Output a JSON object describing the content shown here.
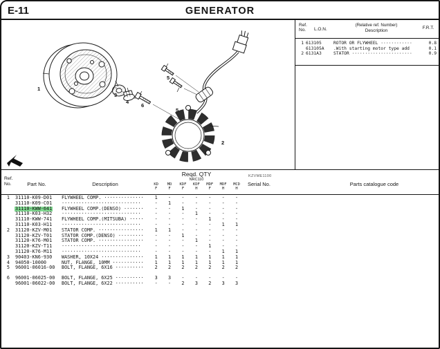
{
  "page": {
    "code": "E-11",
    "title": "GENERATOR"
  },
  "colors": {
    "highlight": "#7fd88f",
    "line": "#1a1a1a"
  },
  "ref_table": {
    "headers": {
      "ref": "Ref.",
      "no": "No.",
      "lon": "L.O.N.",
      "relative": "(Relative ref. Number)",
      "description": "Description",
      "frt": "F.R.T."
    },
    "rows": [
      {
        "ref": "1",
        "lon": "613105",
        "description": "ROTOR OR FLYWHEEL ············",
        "frt": "0.8"
      },
      {
        "ref": "",
        "lon": "613105A",
        "description": ".With starting motor type add",
        "frt": "0.1"
      },
      {
        "ref": "2",
        "lon": "6131A3",
        "description": "STATOR ·······················",
        "frt": "0.9"
      }
    ]
  },
  "diagram": {
    "watermark": "KZVME1100",
    "callouts": [
      {
        "n": "1"
      },
      {
        "n": "3"
      },
      {
        "n": "4"
      },
      {
        "n": "6"
      },
      {
        "n": "5"
      },
      {
        "n": "5"
      },
      {
        "n": "2"
      }
    ]
  },
  "parts_table": {
    "headers": {
      "ref": "Ref.",
      "no": "No.",
      "part_no": "Part No.",
      "description": "Description",
      "reqd_qty": "Reqd. QTY",
      "model": "NRC110",
      "qty_cols": [
        {
          "model": "KD",
          "type": "F"
        },
        {
          "model": "MD",
          "type": "F"
        },
        {
          "model": "KDF",
          "type": "F"
        },
        {
          "model": "KDF",
          "type": "H"
        },
        {
          "model": "MDF",
          "type": "F"
        },
        {
          "model": "MDF",
          "type": "H"
        },
        {
          "model": "MCD",
          "type": "H"
        }
      ],
      "serial_no": "Serial No.",
      "catalogue_code": "Parts catalogue code"
    },
    "rows": [
      {
        "ref": "1",
        "part": "31110-K09-D01",
        "description": "FLYWHEEL COMP. ··············",
        "qty": [
          "1",
          "-",
          "-",
          "-",
          "-",
          "-",
          "-"
        ]
      },
      {
        "ref": "",
        "part": "31110-K09-C01",
        "description": "····························",
        "qty": [
          "-",
          "1",
          "-",
          "-",
          "-",
          "-",
          "-"
        ]
      },
      {
        "ref": "",
        "part": "31110-KWW-641",
        "description": "FLYWHEEL COMP.(DENSO) ·······",
        "qty": [
          "-",
          "-",
          "1",
          "-",
          "-",
          "-",
          "-"
        ],
        "highlight": true
      },
      {
        "ref": "",
        "part": "31110-K03-H32",
        "description": "····························",
        "qty": [
          "-",
          "-",
          "-",
          "1",
          "-",
          "-",
          "-"
        ]
      },
      {
        "ref": "",
        "part": "31110-KWW-741",
        "description": "FLYWHEEL COMP.(MITSUBA) ·····",
        "qty": [
          "-",
          "-",
          "-",
          "-",
          "1",
          "-",
          "-"
        ]
      },
      {
        "ref": "",
        "part": "31110-K03-H11",
        "description": "····························",
        "qty": [
          "-",
          "-",
          "-",
          "-",
          "-",
          "1",
          "1"
        ]
      },
      {
        "ref": "2",
        "part": "31120-KZV-M01",
        "description": "STATOR COMP. ················",
        "qty": [
          "1",
          "1",
          "-",
          "-",
          "-",
          "-",
          "-"
        ]
      },
      {
        "ref": "",
        "part": "31120-KZV-T01",
        "description": "STATOR COMP.(DENSO) ·········",
        "qty": [
          "-",
          "-",
          "1",
          "-",
          "-",
          "-",
          "-"
        ]
      },
      {
        "ref": "",
        "part": "31120-K76-M01",
        "description": "STATOR COMP. ················",
        "qty": [
          "-",
          "-",
          "-",
          "1",
          "-",
          "-",
          "-"
        ]
      },
      {
        "ref": "",
        "part": "31120-KZV-T11",
        "description": "····························",
        "qty": [
          "-",
          "-",
          "-",
          "-",
          "1",
          "-",
          "-"
        ]
      },
      {
        "ref": "",
        "part": "31120-K76-M11",
        "description": "····························",
        "qty": [
          "-",
          "-",
          "-",
          "-",
          "-",
          "1",
          "1"
        ]
      },
      {
        "ref": "3",
        "part": "90403-KN6-930",
        "description": "WASHER, 10X24 ···············",
        "qty": [
          "1",
          "1",
          "1",
          "1",
          "1",
          "1",
          "1"
        ]
      },
      {
        "ref": "4",
        "part": "94050-10000",
        "description": "NUT, FLANGE, 10MM ···········",
        "qty": [
          "1",
          "1",
          "1",
          "1",
          "1",
          "1",
          "1"
        ]
      },
      {
        "ref": "5",
        "part": "96001-06016-00",
        "description": "BOLT, FLANGE, 6X16 ··········",
        "qty": [
          "2",
          "2",
          "2",
          "2",
          "2",
          "2",
          "2"
        ]
      },
      {
        "ref": "6",
        "part": "96001-06025-00",
        "description": "BOLT, FLANGE, 6X25 ··········",
        "qty": [
          "3",
          "3",
          "-",
          "-",
          "-",
          "-",
          "-"
        ],
        "gap_before": true
      },
      {
        "ref": "",
        "part": "96001-06022-00",
        "description": "BOLT, FLANGE, 6X22 ··········",
        "qty": [
          "-",
          "-",
          "2",
          "3",
          "2",
          "3",
          "3"
        ]
      }
    ]
  }
}
